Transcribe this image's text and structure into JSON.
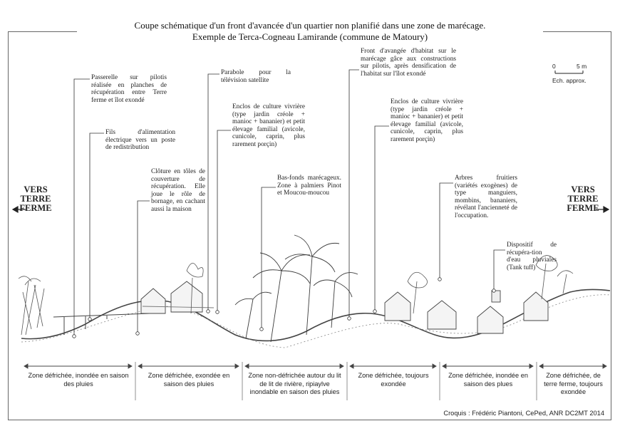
{
  "title": {
    "line1": "Coupe schématique d'un front d'avancée d'un quartier non planifié dans une zone de marécage.",
    "line2": "Exemple de Terca-Cogneau Lamirande (commune de Matoury)"
  },
  "sides": {
    "left": "VERS TERRE FERME",
    "right": "VERS TERRE FERME"
  },
  "scale": {
    "zero": "0",
    "five": "5 m",
    "caption": "Ech. approx."
  },
  "annotations": [
    {
      "id": "passerelle",
      "text": "Passerelle sur pilotis réalisée en planches de récupération entre Terre ferme et îlot exondé"
    },
    {
      "id": "fils",
      "text": "Fils d'alimentation électrique vers un poste de redistribution"
    },
    {
      "id": "cloture",
      "text": "Clôture en tôles de couverture de récupération. Elle joue le rôle de bornage, en cachant aussi la maison"
    },
    {
      "id": "parabole",
      "text": "Parabole pour la télévision satellite"
    },
    {
      "id": "enclos1",
      "text": "Enclos de culture vivrière (type jardin créole + manioc + bananier) et petit élevage familial (avicole, cunicole, caprin, plus rarement porçin)"
    },
    {
      "id": "basfonds",
      "text": "Bas-fonds marécageux. Zone à palmiers Pinot et Moucou-moucou"
    },
    {
      "id": "front",
      "text": "Front d'avangée d'habitat sur le marécage gâce aux constructions sur pilotis, après densification de l'habitat sur l'îlot exondé"
    },
    {
      "id": "enclos2",
      "text": "Enclos de culture vivrière (type jardin créole + manioc + bananier) et petit élevage familial (avicole, cunicole, caprin, plus rarement porçin)"
    },
    {
      "id": "arbres",
      "text": "Arbres fruitiers (variétés exogènes) de type manguiers, mombins, bananiers, révélant l'ancienneté de l'occupation."
    },
    {
      "id": "tank",
      "text": "Dispositif de récupéra-tion d'eau pluviales (Tank tuff)"
    }
  ],
  "zones": [
    "Zone défrichée, inondée en saison des pluies",
    "Zone défrichée, exondée en saison des pluies",
    "Zone non-défrichée autour du lit de lit de rivière, ripiaylve inondable en saison des pluies",
    "Zone défrichée, toujours exondée",
    "Zone défrichée, inondée en saison des plues",
    "Zone défrichée, de terre ferme, toujours exondée"
  ],
  "credit": "Croquis : Frédéric Piantoni, CePed, ANR DC2MT 2014"
}
